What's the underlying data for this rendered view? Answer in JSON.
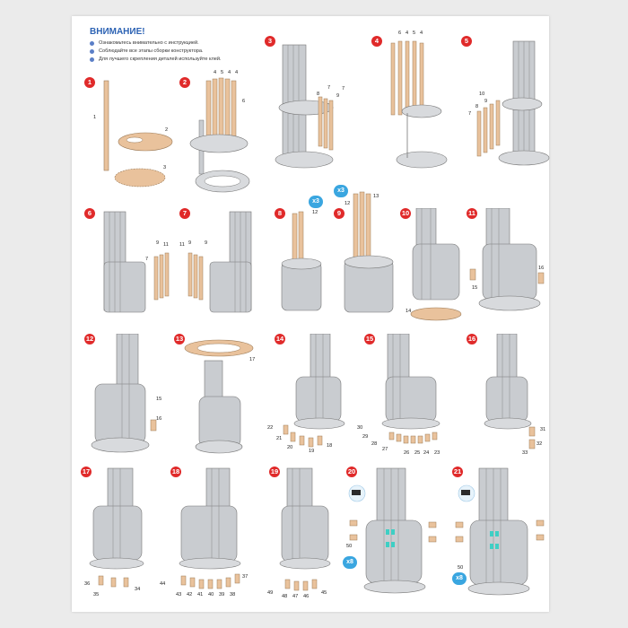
{
  "warning": {
    "title": "ВНИМАНИЕ!",
    "items": [
      "Ознакомьтесь внимательно с инструкцией.",
      "Соблюдайте все этапы сборки конструктора.",
      "Для лучшего скрепления деталей используйте клей."
    ]
  },
  "steps": [
    {
      "n": "1"
    },
    {
      "n": "2"
    },
    {
      "n": "3"
    },
    {
      "n": "4"
    },
    {
      "n": "5"
    },
    {
      "n": "6"
    },
    {
      "n": "7"
    },
    {
      "n": "8"
    },
    {
      "n": "9"
    },
    {
      "n": "10"
    },
    {
      "n": "11"
    },
    {
      "n": "12"
    },
    {
      "n": "13"
    },
    {
      "n": "14"
    },
    {
      "n": "15"
    },
    {
      "n": "16"
    },
    {
      "n": "17"
    },
    {
      "n": "18"
    },
    {
      "n": "19"
    },
    {
      "n": "20"
    },
    {
      "n": "21"
    }
  ],
  "multipliers": {
    "step8": "x3",
    "step9": "x3",
    "step20": "x8",
    "step21": "x8"
  },
  "part_labels": {
    "s1": [
      "1",
      "2",
      "3"
    ],
    "s2": [
      "6",
      "4",
      "5",
      "4",
      "4"
    ],
    "s3": [
      "7",
      "8",
      "9",
      "7"
    ],
    "s4": [
      "6",
      "4",
      "5",
      "4"
    ],
    "s5": [
      "10",
      "9",
      "8",
      "7"
    ],
    "s6": [
      "9",
      "11",
      "7"
    ],
    "s7": [
      "11",
      "9",
      "9"
    ],
    "s8": [
      "12"
    ],
    "s9": [
      "12",
      "13"
    ],
    "s10": [
      "14"
    ],
    "s11": [
      "16",
      "15"
    ],
    "s12": [
      "15",
      "16"
    ],
    "s13": [
      "17"
    ],
    "s14": [
      "22",
      "21",
      "20",
      "19",
      "18"
    ],
    "s15": [
      "30",
      "29",
      "28",
      "27",
      "26",
      "25",
      "24",
      "23"
    ],
    "s16": [
      "31",
      "32",
      "33"
    ],
    "s17": [
      "36",
      "35",
      "34"
    ],
    "s18": [
      "37",
      "44",
      "43",
      "42",
      "41",
      "40",
      "39",
      "38"
    ],
    "s19": [
      "49",
      "48",
      "47",
      "46",
      "45"
    ],
    "s20": [
      "50"
    ],
    "s21": [
      "50"
    ]
  },
  "colors": {
    "accent_red": "#e02a2a",
    "title_blue": "#2d63b4",
    "multiplier_blue": "#3aa6e0",
    "model_gray": "#c9ccd0",
    "wood": "#e9c29c"
  }
}
